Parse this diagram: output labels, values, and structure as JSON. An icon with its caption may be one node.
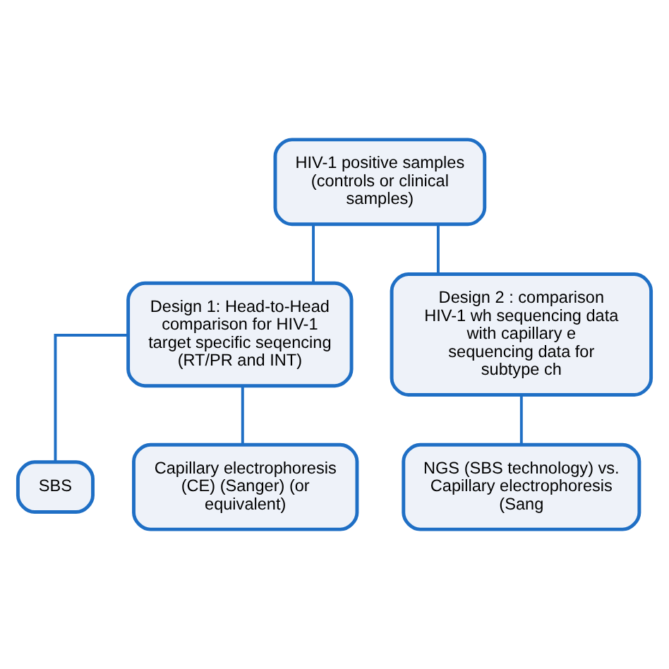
{
  "diagram": {
    "nodes": [
      {
        "text": [
          "HIV-1 positive samples (controls or clinical samples)"
        ]
      },
      {
        "text": [
          "Design 1: Head-to-Head comparison for HIV-1 target specific seqencing (RT/PR and INT)"
        ]
      },
      {
        "text": [
          "Design 2 : comparison HIV-1 wh sequencing data with capillary e sequencing data for subtype ch"
        ]
      },
      {
        "text": [
          "SBS"
        ]
      },
      {
        "text": [
          "Capillary electrophoresis (CE) (Sanger) (or equivalent)"
        ]
      },
      {
        "text": [
          "NGS (SBS technology) vs. Capillary electrophoresis (Sang"
        ]
      }
    ],
    "edges": [
      {
        "from": 0,
        "to": 1,
        "arrow": "none"
      },
      {
        "from": 0,
        "to": 2,
        "arrow": "none"
      },
      {
        "from": 1,
        "to": 3,
        "arrow": "none"
      },
      {
        "from": 1,
        "to": 4,
        "arrow": "none"
      },
      {
        "from": 2,
        "to": 5,
        "arrow": "none"
      }
    ]
  }
}
